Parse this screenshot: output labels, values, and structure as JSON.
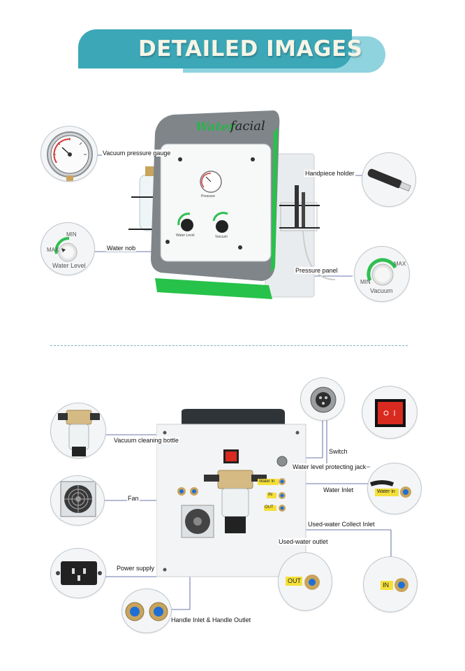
{
  "banner": {
    "title": "DETAILED IMAGES"
  },
  "machine": {
    "brand_word1": "Water",
    "brand_word2": "facial",
    "gauge_text": "Pressure",
    "water_knob_text": "Water Level",
    "vacuum_knob_text": "Vacuum"
  },
  "top_labels": {
    "vacuum_gauge": "Vacuum pressure gauge",
    "water_nob": "Water nob",
    "handpiece_holder": "Handpiece holder",
    "pressure_panel": "Pressure panel"
  },
  "water_level_dial": {
    "min": "MIN",
    "max": "MAX",
    "caption": "Water Level"
  },
  "vacuum_dial": {
    "min": "MIN",
    "max": "MAX",
    "caption": "Vacuum"
  },
  "bottom_labels": {
    "vacuum_bottle": "Vacuum cleaning bottle",
    "fan": "Fan",
    "power_supply": "Power supply",
    "handle_io": "Handle Inlet & Handle Outlet",
    "switch": "Switch",
    "water_jack": "Water level protecting jack",
    "water_inlet": "Water Inlet",
    "used_collect": "Used-water Collect Inlet",
    "used_outlet": "Used-water outlet"
  },
  "port_tags": {
    "water_in": "Water in",
    "in": "IN",
    "out": "OUT"
  },
  "colors": {
    "banner_dark": "#3ba7b7",
    "banner_light": "#8fd3de",
    "machine_green": "#27c24a",
    "port_blue": "#1e6fd6",
    "port_gold": "#c9a45c",
    "tag_yellow": "#f5e03a"
  }
}
